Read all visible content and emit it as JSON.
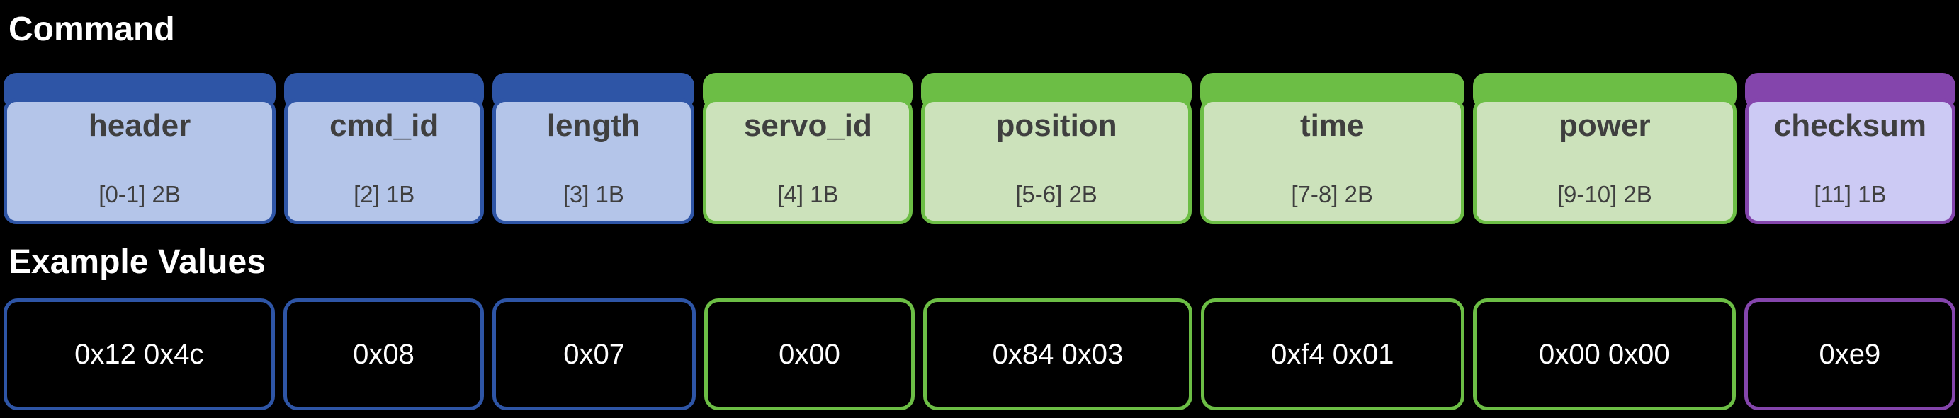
{
  "sections": {
    "command_title": "Command",
    "example_title": "Example Values"
  },
  "packet": {
    "fields": [
      {
        "name": "header",
        "range": "[0-1] 2B",
        "value": "0x12 0x4c",
        "color_group": "blue"
      },
      {
        "name": "cmd_id",
        "range": "[2] 1B",
        "value": "0x08",
        "color_group": "blue"
      },
      {
        "name": "length",
        "range": "[3] 1B",
        "value": "0x07",
        "color_group": "blue"
      },
      {
        "name": "servo_id",
        "range": "[4] 1B",
        "value": "0x00",
        "color_group": "green"
      },
      {
        "name": "position",
        "range": "[5-6] 2B",
        "value": "0x84 0x03",
        "color_group": "green"
      },
      {
        "name": "time",
        "range": "[7-8] 2B",
        "value": "0xf4 0x01",
        "color_group": "green"
      },
      {
        "name": "power",
        "range": "[9-10] 2B",
        "value": "0x00 0x00",
        "color_group": "green"
      },
      {
        "name": "checksum",
        "range": "[11] 1B",
        "value": "0xe9",
        "color_group": "purple"
      }
    ]
  },
  "colors": {
    "blue_dark": "#2e55a6",
    "blue_light": "#b4c5e9",
    "green_dark": "#6cbe45",
    "green_light": "#cce2bb",
    "purple_dark": "#8445ac",
    "purple_light": "#cccaf4",
    "label_text": "#3f3f3f",
    "value_text": "#ffffff",
    "title_text": "#ffffff",
    "page_bg": "#000000"
  }
}
